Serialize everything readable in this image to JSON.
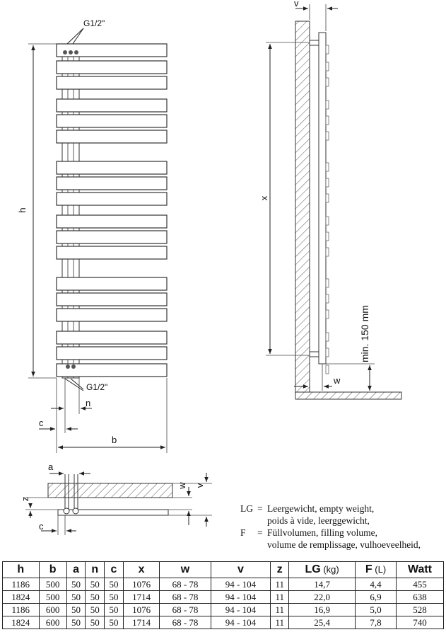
{
  "drawing": {
    "front_view": {
      "connection_top": "G1/2\"",
      "connection_bottom": "G1/2\"",
      "dim_height": "h",
      "dim_width": "b",
      "dim_c": "c",
      "dim_n": "n"
    },
    "side_view": {
      "dim_v": "v",
      "dim_x": "x",
      "dim_w": "w",
      "dim_min": "min. 150 mm"
    },
    "top_view": {
      "dim_a": "a",
      "dim_w": "w",
      "dim_v": "v",
      "dim_z": "z",
      "dim_c": "c"
    }
  },
  "legend": [
    {
      "key": "LG",
      "lines": [
        "Leergewicht, empty weight,",
        "poids à vide, leerggewicht,"
      ]
    },
    {
      "key": "F",
      "lines": [
        "Füllvolumen, filling volume,",
        "volume de remplissage, vulhoeveelheid,"
      ]
    }
  ],
  "table": {
    "headers": [
      {
        "label": "h",
        "unit": ""
      },
      {
        "label": "b",
        "unit": ""
      },
      {
        "label": "a",
        "unit": ""
      },
      {
        "label": "n",
        "unit": ""
      },
      {
        "label": "c",
        "unit": ""
      },
      {
        "label": "x",
        "unit": ""
      },
      {
        "label": "w",
        "unit": ""
      },
      {
        "label": "v",
        "unit": ""
      },
      {
        "label": "z",
        "unit": ""
      },
      {
        "label": "LG",
        "unit": " (kg)"
      },
      {
        "label": "F",
        "unit": " (L)"
      },
      {
        "label": "Watt",
        "unit": ""
      }
    ],
    "rows": [
      [
        "1186",
        "500",
        "50",
        "50",
        "50",
        "1076",
        "68 - 78",
        "94 - 104",
        "11",
        "14,7",
        "4,4",
        "455"
      ],
      [
        "1824",
        "500",
        "50",
        "50",
        "50",
        "1714",
        "68 - 78",
        "94 - 104",
        "11",
        "22,0",
        "6,9",
        "638"
      ],
      [
        "1186",
        "600",
        "50",
        "50",
        "50",
        "1076",
        "68 - 78",
        "94 - 104",
        "11",
        "16,9",
        "5,0",
        "528"
      ],
      [
        "1824",
        "600",
        "50",
        "50",
        "50",
        "1714",
        "68 - 78",
        "94 - 104",
        "11",
        "25,4",
        "7,8",
        "740"
      ]
    ]
  }
}
